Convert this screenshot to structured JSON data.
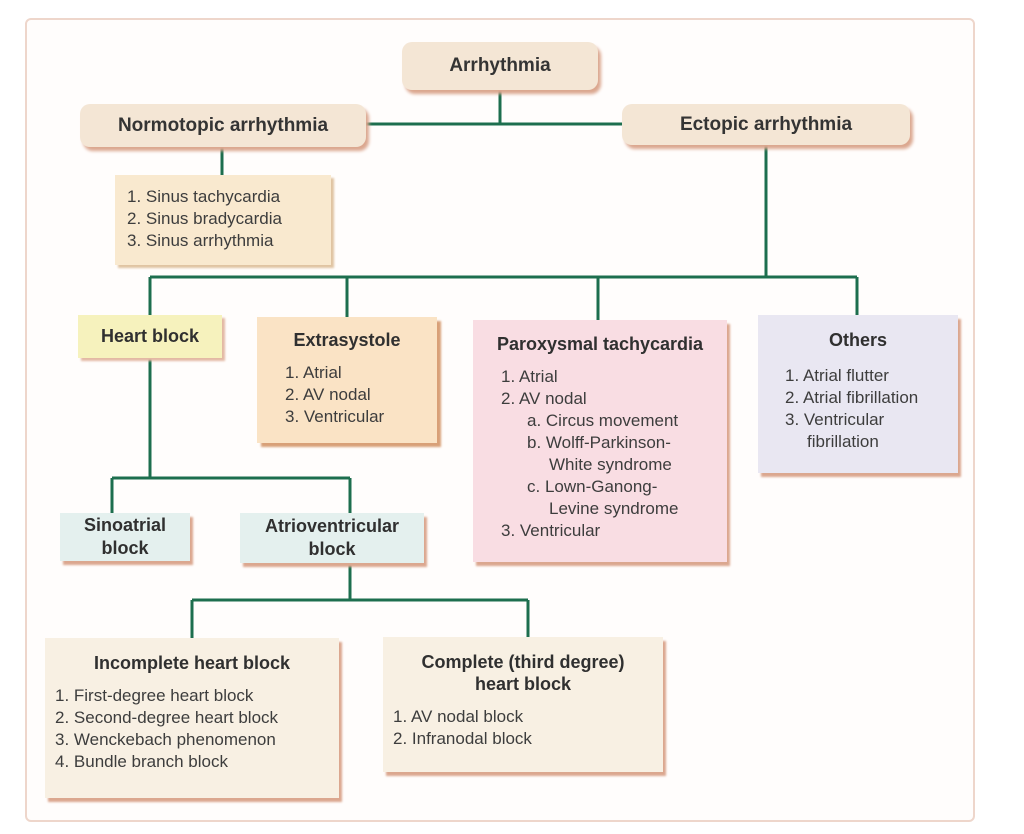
{
  "nodes": {
    "arrhythmia": {
      "label": "Arrhythmia"
    },
    "normotopic": {
      "label": "Normotopic arrhythmia"
    },
    "ectopic": {
      "label": "Ectopic arrhythmia"
    },
    "sinus_list": {
      "items": [
        "1. Sinus tachycardia",
        "2. Sinus bradycardia",
        "3. Sinus arrhythmia"
      ]
    },
    "heart_block": {
      "label": "Heart block"
    },
    "extrasystole": {
      "title": "Extrasystole",
      "items": [
        "1. Atrial",
        "2. AV nodal",
        "3. Ventricular"
      ]
    },
    "paroxysmal": {
      "title": "Paroxysmal tachycardia",
      "items": [
        {
          "text": "1. Atrial",
          "sub": false
        },
        {
          "text": "2. AV nodal",
          "sub": false
        },
        {
          "text": "a. Circus movement",
          "sub": true
        },
        {
          "text": "b. Wolff-Parkinson-\nWhite syndrome",
          "sub": true
        },
        {
          "text": "c. Lown-Ganong-\nLevine syndrome",
          "sub": true
        },
        {
          "text": "3. Ventricular",
          "sub": false
        }
      ]
    },
    "others": {
      "title": "Others",
      "items": [
        "1. Atrial flutter",
        "2. Atrial fibrillation",
        "3. Ventricular\nfibrillation"
      ]
    },
    "sinoatrial": {
      "label": "Sinoatrial\nblock"
    },
    "atrioventricular": {
      "label": "Atrioventricular\nblock"
    },
    "incomplete": {
      "title": "Incomplete heart block",
      "items": [
        "1. First-degree heart block",
        "2. Second-degree heart block",
        "3. Wenckebach phenomenon",
        "4. Bundle branch block"
      ]
    },
    "complete": {
      "title": "Complete (third degree)\nheart block",
      "items": [
        "1. AV nodal block",
        "2. Infranodal block"
      ]
    }
  },
  "colors": {
    "line": "#1d6e4e",
    "text": "#3a3a3a",
    "tan_box": "#f4e6d5",
    "sinus_list": "#f9e9cf",
    "heart_block": "#f6f2bd",
    "extrasystole": "#fae3c5",
    "paroxysmal": "#f9dde3",
    "others": "#e9e7f2",
    "sa_av": "#e4f0ee",
    "bottom_cream": "#f8f0e3",
    "frame_border": "#eed6cb",
    "shadow": "#dba78f"
  }
}
